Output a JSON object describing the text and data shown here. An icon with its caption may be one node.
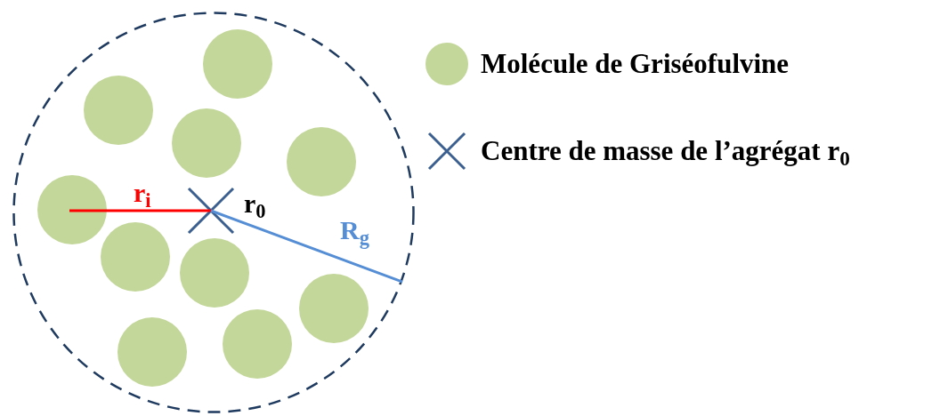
{
  "diagram": {
    "nodes": [
      {
        "text": [],
        "shape": "circle"
      },
      {
        "text": [],
        "shape": "circle",
        "in": 0
      },
      {
        "text": [],
        "shape": "circle",
        "in": 0
      },
      {
        "text": [],
        "shape": "circle",
        "in": 0
      },
      {
        "text": [],
        "shape": "circle",
        "in": 0
      },
      {
        "text": [],
        "shape": "circle",
        "in": 0
      },
      {
        "text": [],
        "shape": "circle",
        "in": 0
      },
      {
        "text": [],
        "shape": "circle",
        "in": 0
      },
      {
        "text": [],
        "shape": "circle",
        "in": 0
      },
      {
        "text": [],
        "shape": "circle",
        "in": 0
      },
      {
        "text": [],
        "shape": "circle",
        "in": 0
      },
      {
        "text": [],
        "shape": "cross",
        "in": 0,
        "beside": [
          "r$_{0}$"
        ]
      }
    ],
    "edges": [
      {
        "from": 5,
        "to": 11,
        "arrow": "none",
        "label": "r$_{i}$",
        "color": "#ff0000"
      },
      {
        "from": 11,
        "to": 0,
        "arrow": "none",
        "label": "R$_{g}$",
        "color": "#558ed5"
      }
    ],
    "legend": [
      {
        "text": "Molécule de Griséofulvine",
        "color": "#c4d79b"
      },
      {
        "text": "Centre de masse de l’agrégat r$_{0}$"
      }
    ]
  }
}
